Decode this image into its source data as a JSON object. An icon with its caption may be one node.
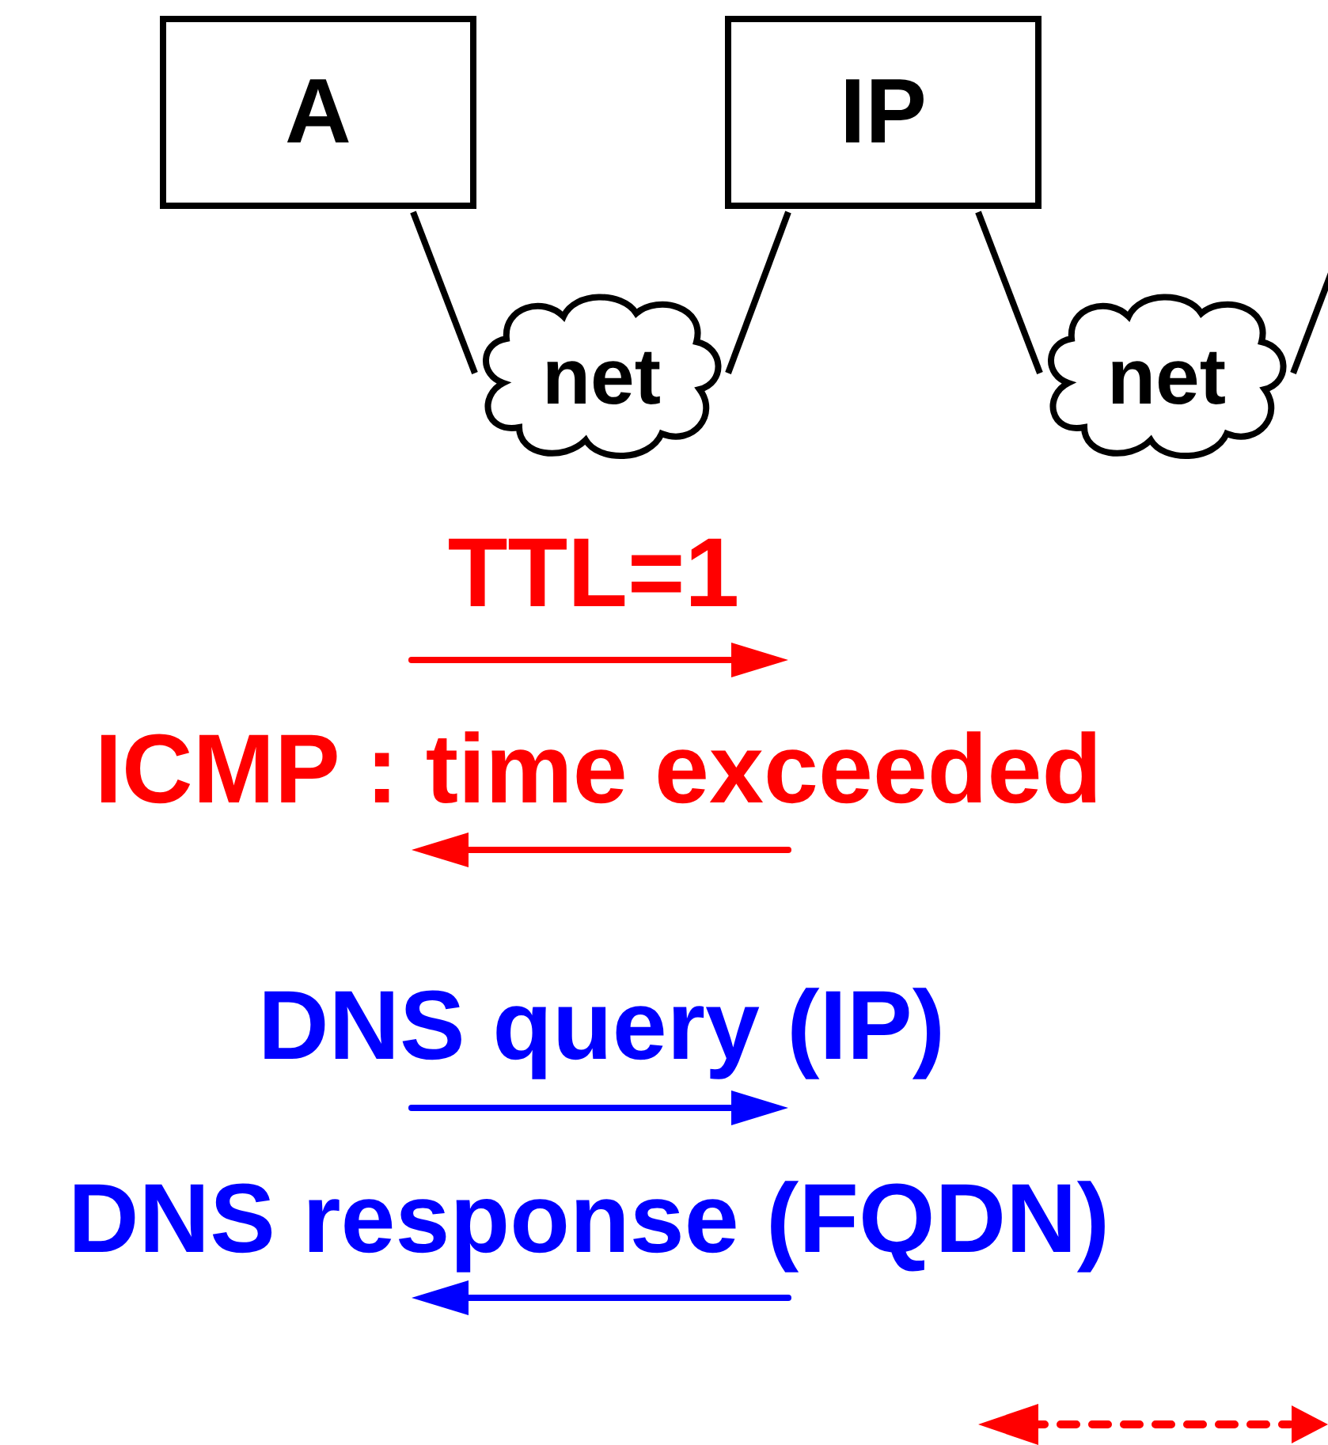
{
  "diagram": {
    "nodes": [
      {
        "text": [
          "A"
        ]
      },
      {
        "text": [
          "IP"
        ]
      },
      {
        "text": [
          "net"
        ]
      },
      {
        "text": [
          "net"
        ]
      }
    ],
    "edges": [
      {
        "from": 0,
        "to": 2,
        "arrow": "none"
      },
      {
        "from": 2,
        "to": 1,
        "arrow": "none"
      },
      {
        "from": 1,
        "to": 3,
        "arrow": "none"
      },
      {
        "from": 3,
        "to": null,
        "arrow": "none"
      }
    ],
    "labels": [
      "TTL=1",
      "ICMP : time exceeded",
      "DNS query (IP)",
      "DNS response (FQDN)"
    ]
  }
}
